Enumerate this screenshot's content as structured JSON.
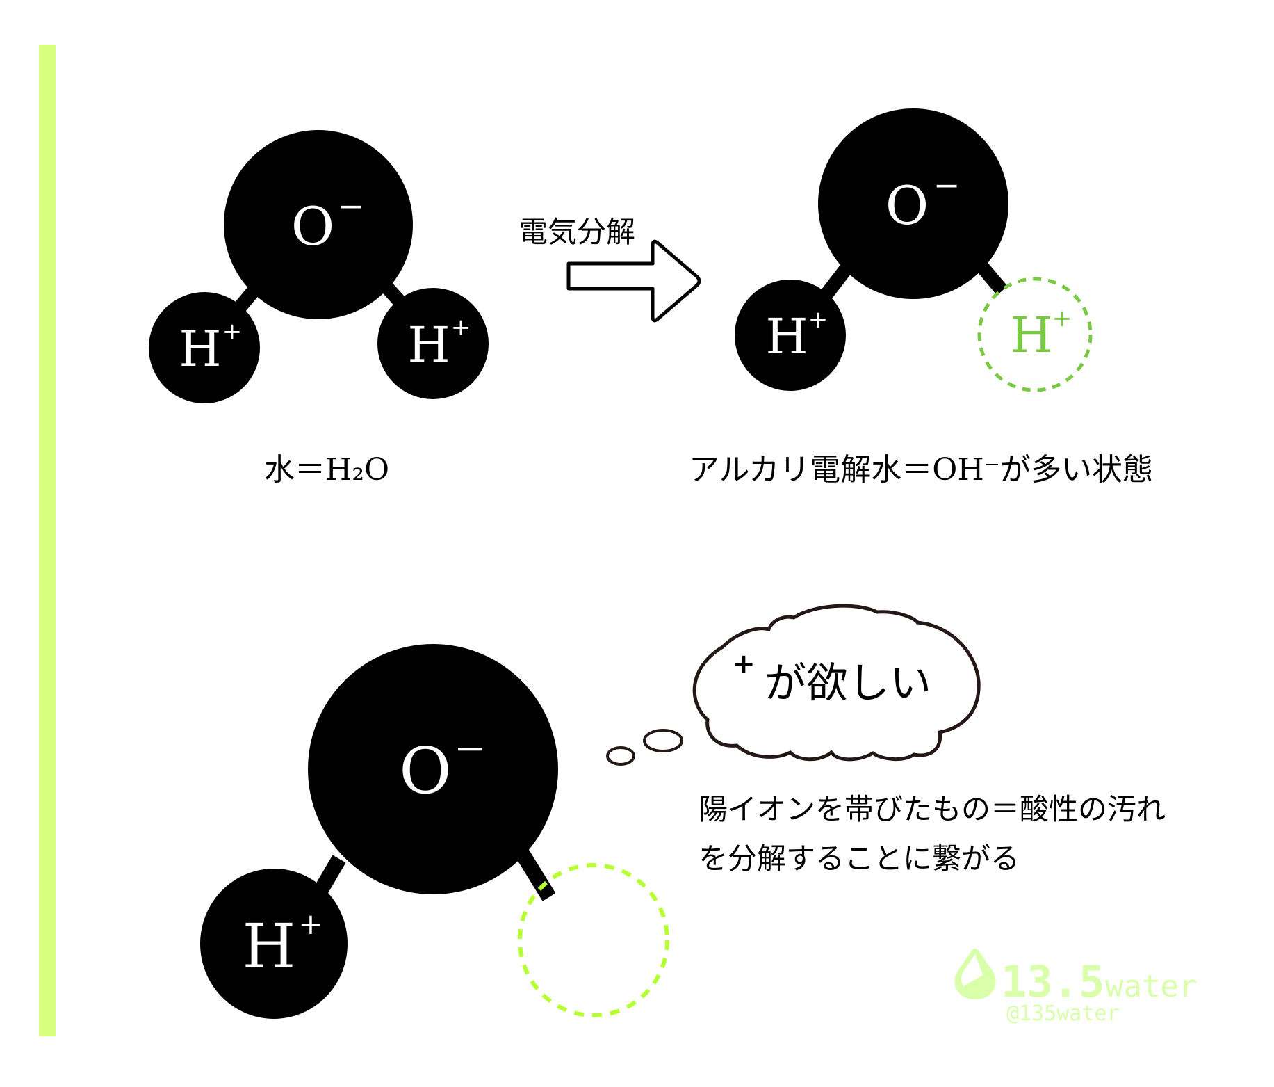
{
  "colors": {
    "accent_bar": "#d9ff7f",
    "atom_fill": "#000000",
    "atom_text": "#ffffff",
    "missing_h_green": "#7ac943",
    "missing_bright_green": "#b6ff33",
    "watermark": "#d9ffaa",
    "cloud_stroke": "#231815"
  },
  "top_left_molecule": {
    "oxygen": {
      "symbol": "O",
      "charge": "−"
    },
    "hydrogen_left": {
      "symbol": "H",
      "charge": "+"
    },
    "hydrogen_right": {
      "symbol": "H",
      "charge": "+"
    },
    "caption": "水＝H₂O"
  },
  "arrow": {
    "label": "電気分解"
  },
  "top_right_molecule": {
    "oxygen": {
      "symbol": "O",
      "charge": "−"
    },
    "hydrogen_left": {
      "symbol": "H",
      "charge": "+"
    },
    "hydrogen_missing": {
      "symbol": "H",
      "charge": "+"
    },
    "caption": "アルカリ電解水＝OH⁻が多い状態"
  },
  "bottom_molecule": {
    "oxygen": {
      "symbol": "O",
      "charge": "−"
    },
    "hydrogen_left": {
      "symbol": "H",
      "charge": "+"
    }
  },
  "thought_bubble": {
    "plus": "+",
    "text": "が欲しい"
  },
  "explanation": {
    "line1": "陽イオンを帯びたもの＝酸性の汚れ",
    "line2": "を分解することに繋がる"
  },
  "watermark": {
    "brand_number": "13.5",
    "brand_word": "water",
    "handle": "@135water"
  }
}
